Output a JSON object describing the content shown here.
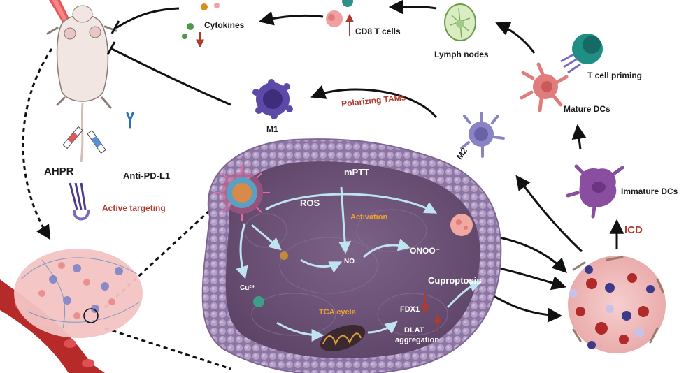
{
  "labels": {
    "cytokines": "Cytokines",
    "cd8": "CD8 T cells",
    "lymph_nodes": "Lymph nodes",
    "t_cell_priming": "T cell priming",
    "mature_dcs": "Mature DCs",
    "immature_dcs": "Immature DCs",
    "icd": "ICD",
    "m1": "M1",
    "m2": "M2",
    "polarizing": "Polarizing TAMs",
    "ahpr": "AHPR",
    "anti_pdl1": "Anti-PD-L1",
    "active_targeting": "Active targeting",
    "mptt": "mPTT",
    "ros": "ROS",
    "activation": "Activation",
    "no": "NO",
    "onoo": "ONOO⁻",
    "cu": "Cu²⁺",
    "tca": "TCA cycle",
    "fdx1": "FDX1",
    "dlat": "DLAT",
    "aggregation": "aggregation",
    "cuproptosis": "Cuproptosis"
  },
  "colors": {
    "cell_membrane": "#9c86b0",
    "cytoplasm": "#6e5577",
    "arrow_light": "#bfe3ef",
    "arrow_dark": "#111111",
    "label_red": "#b03a2e",
    "label_orange": "#f0a030",
    "dc_purple": "#8a4ea0",
    "tumor_pink": "#f2b8b8"
  },
  "icons": [
    "mouse-icon",
    "syringe-icon",
    "antibody-icon",
    "lymph-node-icon",
    "t-cell-icon",
    "dendritic-cell-icon",
    "macrophage-icon",
    "nanoparticle-icon",
    "mitochondrion-icon",
    "blood-vessel-icon",
    "tumor-icon",
    "laser-icon"
  ]
}
